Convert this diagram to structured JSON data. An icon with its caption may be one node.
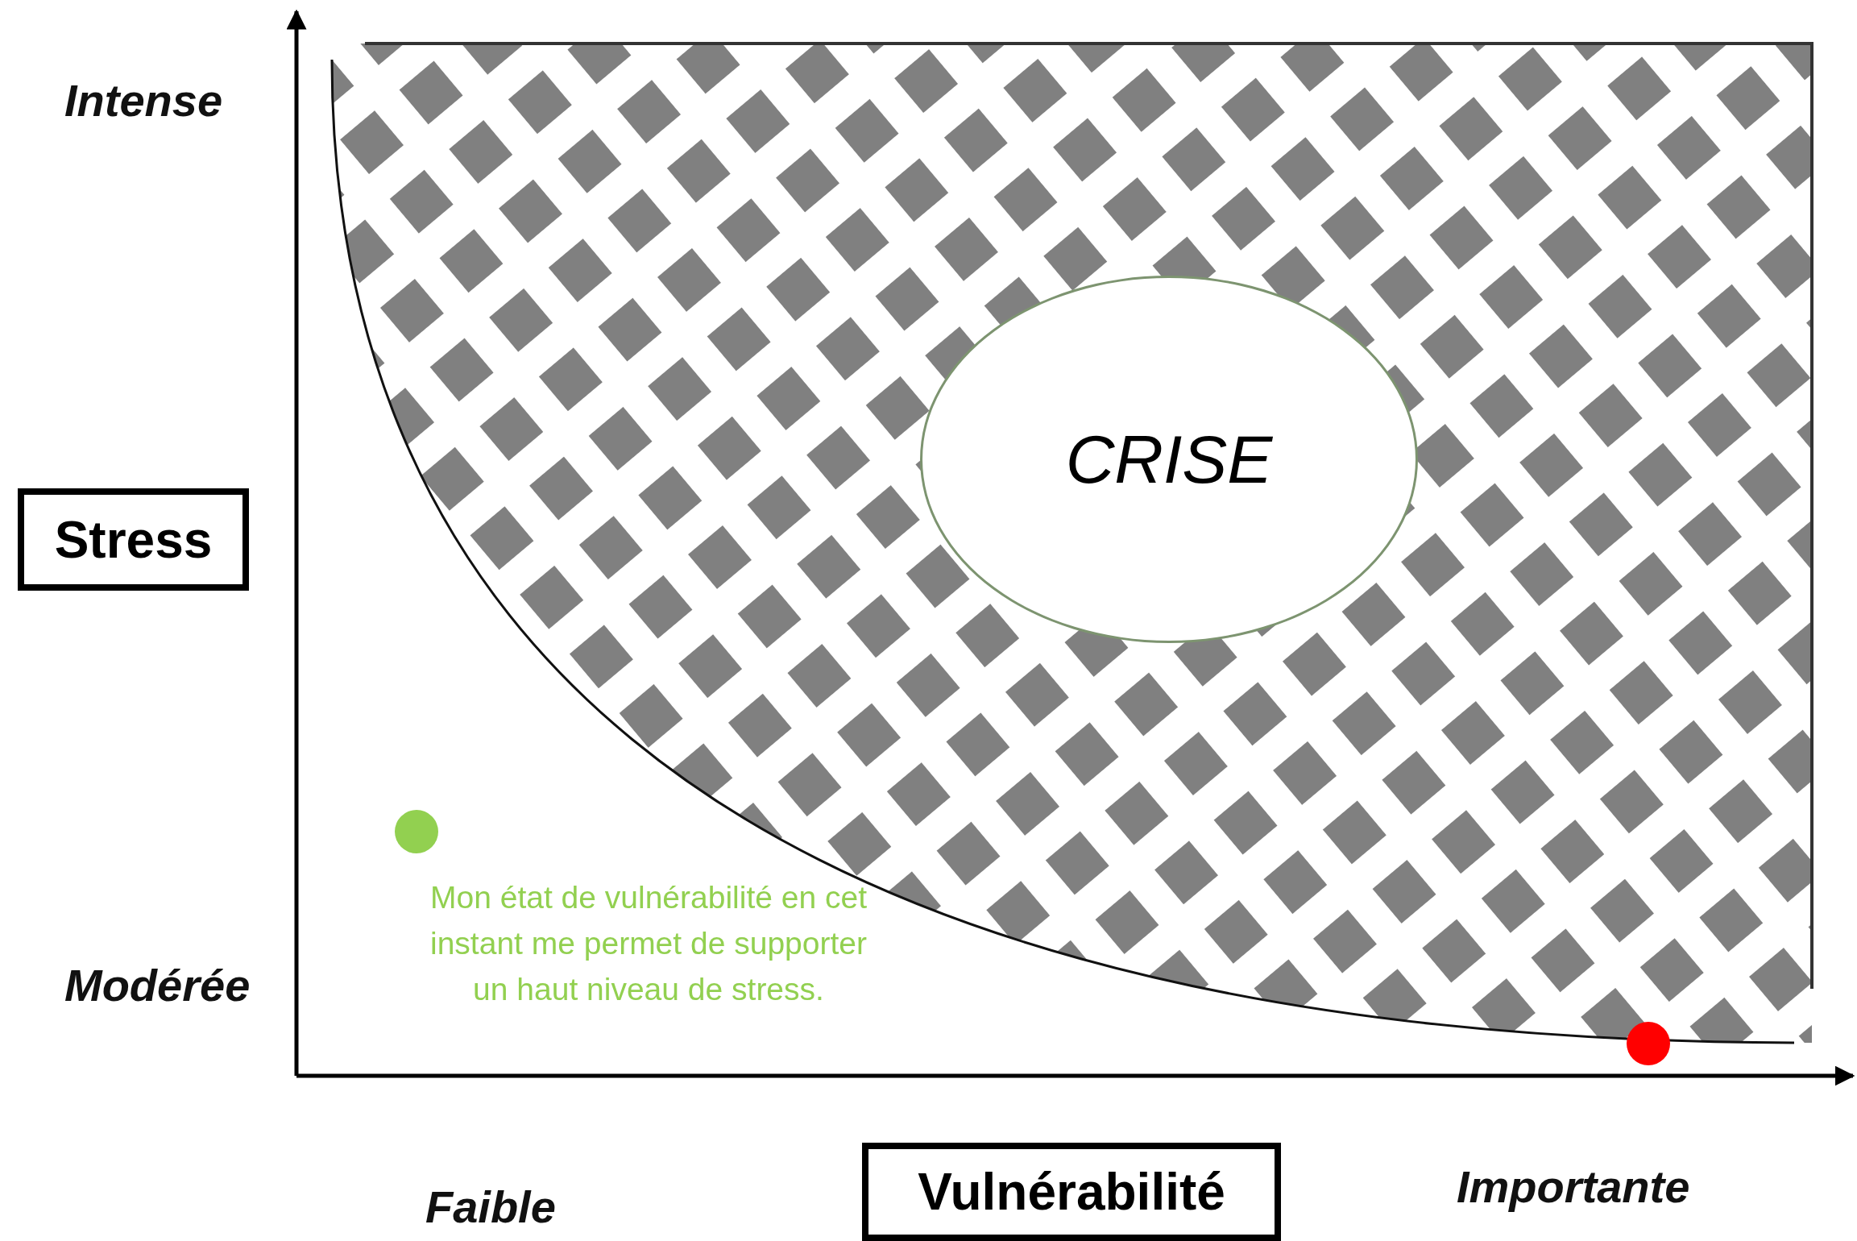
{
  "diagram": {
    "nodes": [
      {
        "text": [
          "Stress"
        ]
      },
      {
        "text": [
          "Vulnérabilité"
        ]
      },
      {
        "text": [
          "CRISE"
        ]
      },
      {
        "text": [],
        "shape": "circle",
        "beside": [
          "Mon état de vulnérabilité en cet instant me permet de supporter un haut niveau de stress."
        ]
      },
      {
        "text": [],
        "shape": "circle"
      }
    ],
    "edges": [],
    "labels": [
      "Intense",
      "Modérée",
      "Faible",
      "Importante"
    ]
  }
}
